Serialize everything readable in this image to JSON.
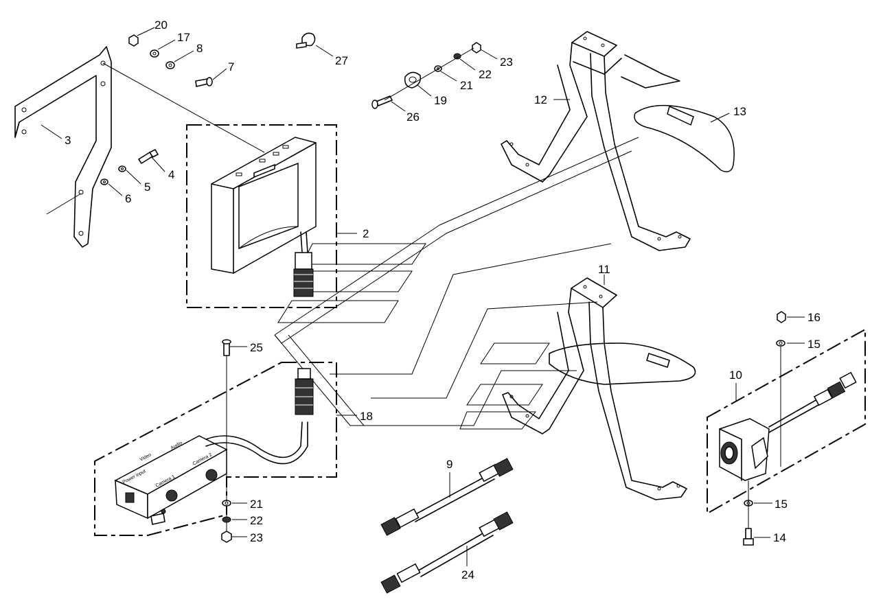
{
  "callouts": {
    "c2": "2",
    "c3": "3",
    "c4": "4",
    "c5": "5",
    "c6": "6",
    "c7": "7",
    "c8": "8",
    "c9": "9",
    "c10": "10",
    "c11": "11",
    "c12": "12",
    "c13": "13",
    "c14": "14",
    "c15a": "15",
    "c15b": "15",
    "c16": "16",
    "c17": "17",
    "c18": "18",
    "c19": "19",
    "c20": "20",
    "c21a": "21",
    "c21b": "21",
    "c22a": "22",
    "c22b": "22",
    "c23a": "23",
    "c23b": "23",
    "c24": "24",
    "c25": "25",
    "c26": "26",
    "c27": "27"
  },
  "box_labels": {
    "video": "Video",
    "audio": "Audio",
    "power_input": "Power input",
    "camera1": "Camera 1",
    "camera2": "Camera 2"
  }
}
